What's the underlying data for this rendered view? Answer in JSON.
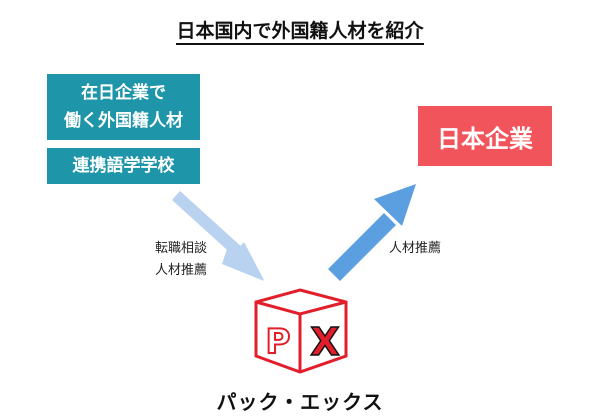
{
  "title": "日本国内で外国籍人材を紹介",
  "source_boxes": {
    "line1": "在日企業で",
    "line2": "働く外国籍人材",
    "school": "連携語学学校"
  },
  "target_box": "日本企業",
  "left_arrow_label": [
    "転職相談",
    "人材推薦"
  ],
  "right_arrow_label": "人材推薦",
  "brand_name": "パック・エックス",
  "logo_letters": "PX",
  "colors": {
    "teal": "#1f95a9",
    "red": "#f2545b",
    "arrow_light": "#b8d2ef",
    "arrow_dark": "#5b9fe0"
  }
}
